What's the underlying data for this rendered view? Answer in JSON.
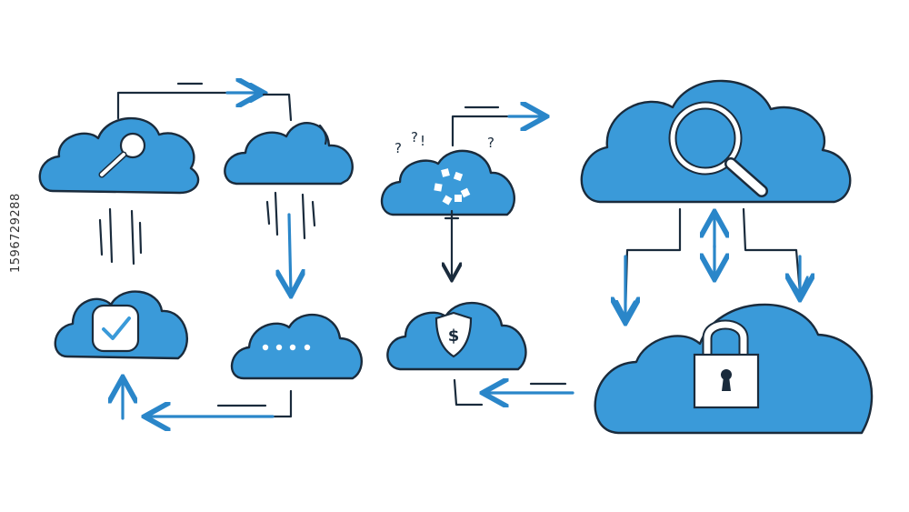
{
  "stock_id": "1596729288",
  "flow_left": {
    "nodes": [
      "search-cloud",
      "rain-cloud",
      "pending-cloud",
      "verified-cloud"
    ]
  },
  "flow_middle": {
    "question_marks": [
      "?",
      "?",
      "!",
      "?"
    ],
    "currency_symbol": "$"
  },
  "flow_right": {
    "nodes": [
      "large-search-cloud",
      "locked-cloud"
    ]
  },
  "colors": {
    "cloud_fill": "#3a9ad9",
    "outline": "#1a2b3c",
    "arrow_blue": "#2a86c9",
    "background": "#ffffff"
  },
  "icons": [
    "magnifier-icon",
    "checkmark-icon",
    "dots-icon",
    "puzzle-pieces-icon",
    "shield-dollar-icon",
    "padlock-icon"
  ]
}
